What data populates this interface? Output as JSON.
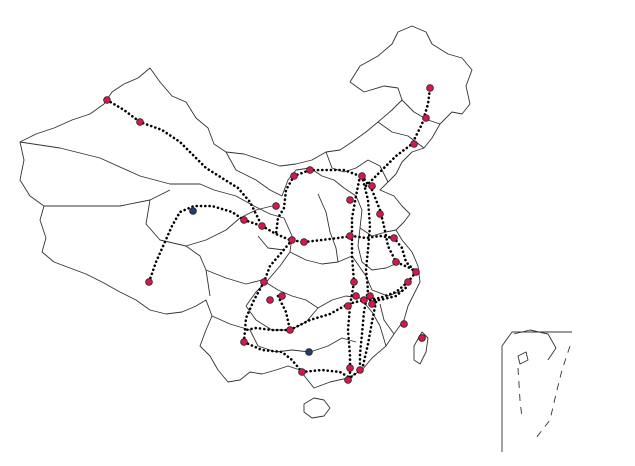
{
  "map": {
    "colors": {
      "border": "#333333",
      "route": "#000000",
      "city_primary": "#d6174b",
      "city_secondary": "#1f3b73",
      "background": "#ffffff"
    }
  },
  "routes": [
    {
      "id": "urumqi-lanzhou"
    },
    {
      "id": "lhasa-xining"
    },
    {
      "id": "xining-lanzhou"
    },
    {
      "id": "lanzhou-xian"
    },
    {
      "id": "xian-shanghai"
    },
    {
      "id": "xian-chengdu"
    },
    {
      "id": "chengdu-kunming"
    },
    {
      "id": "kunming-nanning"
    },
    {
      "id": "beijing-guangzhou"
    },
    {
      "id": "beijing-harbin"
    },
    {
      "id": "beijing-shanghai"
    },
    {
      "id": "beijing-baotou"
    },
    {
      "id": "shanghai-kunming"
    },
    {
      "id": "guangzhou-nanning"
    },
    {
      "id": "jingjiu"
    },
    {
      "id": "baotou-xian"
    }
  ],
  "cities": [
    {
      "id": "urumqi",
      "type": "primary"
    },
    {
      "id": "turpan",
      "type": "primary"
    },
    {
      "id": "lhasa",
      "type": "primary"
    },
    {
      "id": "golmud",
      "type": "secondary"
    },
    {
      "id": "xining",
      "type": "primary"
    },
    {
      "id": "lanzhou",
      "type": "primary"
    },
    {
      "id": "yinchuan",
      "type": "primary"
    },
    {
      "id": "baotou",
      "type": "primary"
    },
    {
      "id": "hohhot",
      "type": "primary"
    },
    {
      "id": "beijing",
      "type": "primary"
    },
    {
      "id": "tianjin",
      "type": "primary"
    },
    {
      "id": "shijiazhuang",
      "type": "primary"
    },
    {
      "id": "harbin",
      "type": "primary"
    },
    {
      "id": "changchun",
      "type": "primary"
    },
    {
      "id": "shenyang",
      "type": "primary"
    },
    {
      "id": "jinan",
      "type": "primary"
    },
    {
      "id": "zhengzhou",
      "type": "primary"
    },
    {
      "id": "xian",
      "type": "primary"
    },
    {
      "id": "baoji",
      "type": "primary"
    },
    {
      "id": "xuzhou",
      "type": "primary"
    },
    {
      "id": "nanjing",
      "type": "primary"
    },
    {
      "id": "shanghai",
      "type": "primary"
    },
    {
      "id": "hangzhou",
      "type": "primary"
    },
    {
      "id": "wuhan",
      "type": "primary"
    },
    {
      "id": "changsha",
      "type": "primary"
    },
    {
      "id": "nanchang",
      "type": "primary"
    },
    {
      "id": "zhuzhou",
      "type": "primary"
    },
    {
      "id": "fuzhou",
      "type": "primary"
    },
    {
      "id": "chengdu",
      "type": "primary"
    },
    {
      "id": "chongqing",
      "type": "primary"
    },
    {
      "id": "guiyang",
      "type": "primary"
    },
    {
      "id": "kunming",
      "type": "primary"
    },
    {
      "id": "nanning",
      "type": "primary"
    },
    {
      "id": "liuzhou",
      "type": "secondary"
    },
    {
      "id": "guangzhou",
      "type": "primary"
    },
    {
      "id": "shenzhen",
      "type": "primary"
    },
    {
      "id": "xiamen",
      "type": "primary"
    },
    {
      "id": "taipei",
      "type": "primary"
    },
    {
      "id": "zhanjiang",
      "type": "primary"
    },
    {
      "id": "hengyang",
      "type": "primary"
    },
    {
      "id": "ganzhou",
      "type": "primary"
    },
    {
      "id": "huaihua",
      "type": "primary"
    }
  ]
}
